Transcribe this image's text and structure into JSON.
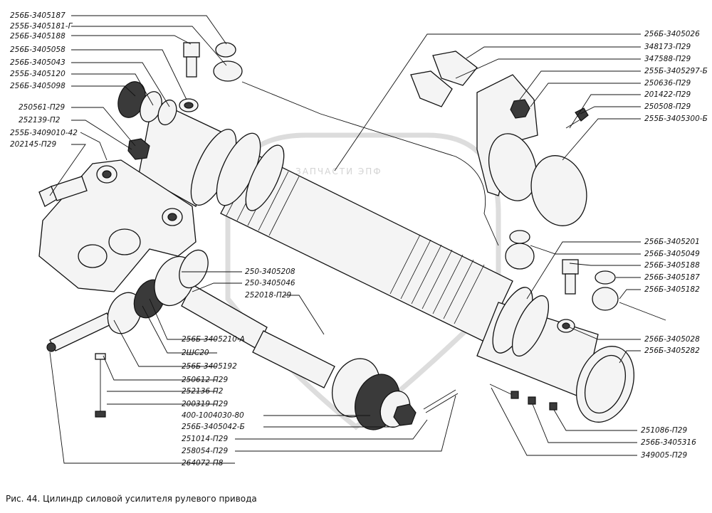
{
  "caption": "Рис. 44. Цилиндр силовой усилителя рулевого привода",
  "watermark": "ЗАПЧАСТИ ЭПФ",
  "labels": {
    "left": [
      "256Б-3405187",
      "255Б-3405181-Г",
      "256Б-3405188",
      "256Б-3405058",
      "256Б-3405043",
      "255Б-3405120",
      "256Б-3405098",
      "250561-П29",
      "252139-П2",
      "255Б-3409010-42",
      "202145-П29"
    ],
    "bottom": [
      "250-3405208",
      "250-3405046",
      "252018-П29",
      "256Б-3405210-А",
      "2ШС20",
      "256Б-3405192",
      "250612-П29",
      "252136-П2",
      "200319-П29",
      "400-1004030-80",
      "256Б-3405042-Б",
      "251014-П29",
      "258054-П29",
      "264072-П8"
    ],
    "right_top": [
      "256Б-3405026",
      "348173-П29",
      "347588-П29",
      "255Б-3405297-Б",
      "250636-П29",
      "201422-П29",
      "250508-П29",
      "255Б-3405300-Б"
    ],
    "right_mid": [
      "256Б-3405201",
      "256Б-3405049",
      "256Б-3405188",
      "256Б-3405187",
      "256Б-3405182"
    ],
    "right_bottom": [
      "256Б-3405028",
      "256Б-3405282",
      "251086-П29",
      "256Б-3405316",
      "349005-П29"
    ]
  }
}
